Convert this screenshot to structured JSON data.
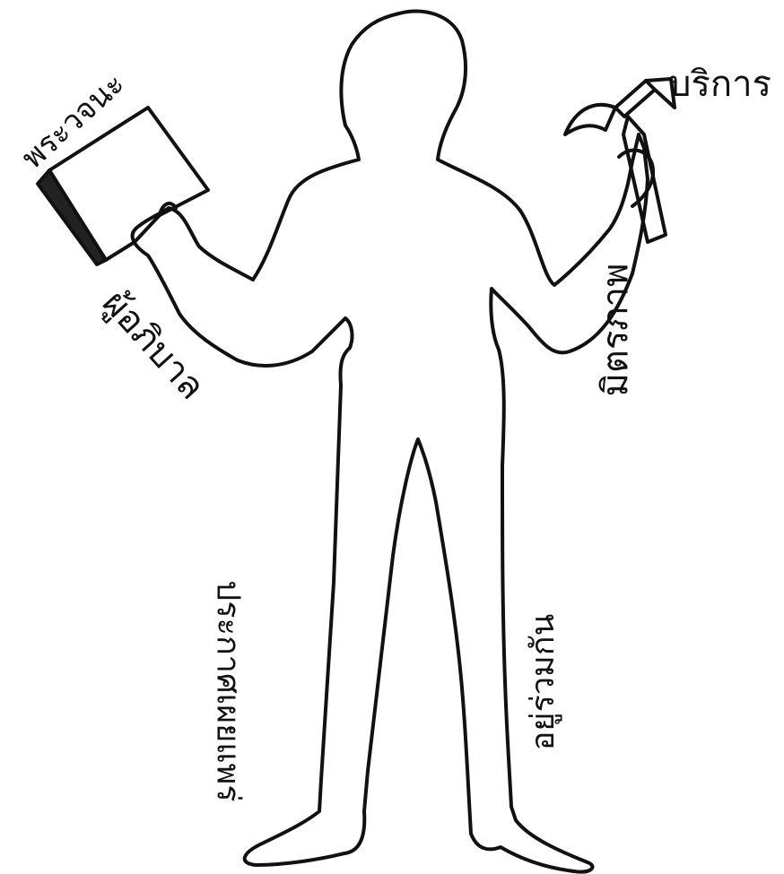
{
  "labels": {
    "bible": "พระวจนะ",
    "service": "บริการ",
    "teacher": "ผู้อภิบาล",
    "fellowship": "มิตรภาพ",
    "preaching": "ประกาศเผยแพร่",
    "living": "อยู่ร่วมกัน"
  },
  "colors": {
    "ink": "#111111",
    "background": "#ffffff",
    "book_spine": "#222222"
  },
  "icons": [
    "book-icon",
    "hammer-icon",
    "person-silhouette"
  ]
}
